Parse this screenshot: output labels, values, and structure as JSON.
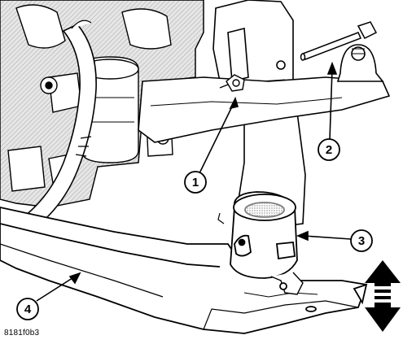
{
  "figure_id": "8181f0b3",
  "callouts": {
    "c1": "1",
    "c2": "2",
    "c3": "3",
    "c4": "4"
  },
  "colors": {
    "ink": "#000000",
    "paper": "#ffffff",
    "shade": "#9a9a9a"
  }
}
